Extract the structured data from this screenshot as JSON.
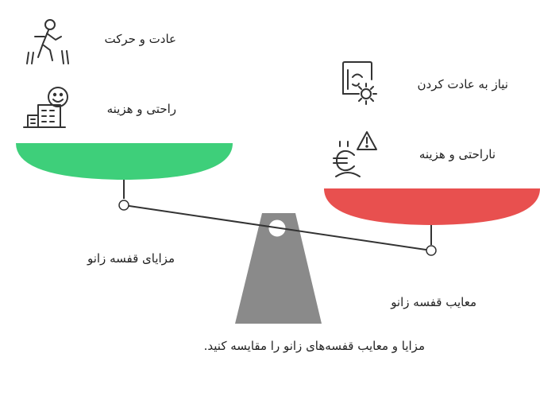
{
  "left_side": {
    "title": "مزایای قفسه زانو",
    "color": "#3ecf7a",
    "items": [
      {
        "label": "عادت و حرکت",
        "icon": "walking-person-icon"
      },
      {
        "label": "راحتی و هزینه",
        "icon": "happy-building-icon"
      }
    ]
  },
  "right_side": {
    "title": "معایب قفسه زانو",
    "color": "#e8504f",
    "items": [
      {
        "label": "نیاز به عادت کردن",
        "icon": "face-gear-icon"
      },
      {
        "label": "ناراحتی و هزینه",
        "icon": "euro-warning-icon"
      }
    ]
  },
  "fulcrum_color": "#8a8a8a",
  "caption": "مزایا و معایب قفسه‌های زانو را مقایسه کنید."
}
